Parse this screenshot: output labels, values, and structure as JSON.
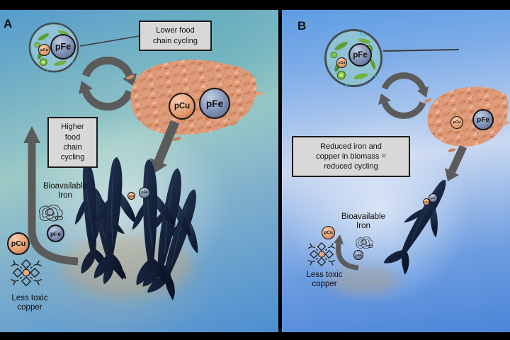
{
  "colors": {
    "background": "#000000",
    "arrow_gray": "#5b5b5b",
    "pointer_line": "#3c3c3c",
    "box_bg": "#d8d8d8",
    "box_border": "#1a1a1a",
    "pfe_fill": "#8393b6",
    "pcu_fill": "#e9a276",
    "whale_navy": "#13203a",
    "krill_salmon": "#dc9a78",
    "plankton_green": "#6fae3a",
    "panel_a_sea_top": "#549bce",
    "panel_a_sea_mid": "#9ccac6",
    "panel_a_sea_bottom": "#4d8ed1",
    "panel_b_sea_top": "#5c9ce2",
    "panel_b_sea_mid": "#c9d8f0",
    "panel_b_sea_bottom": "#4c86d8"
  },
  "labels": {
    "pfe": "pFe",
    "pcu": "pCu"
  },
  "panel_a": {
    "letter": "A",
    "lower_box": "Lower food\nchain cycling",
    "higher_box": "Higher\nfood\nchain\ncycling",
    "bioavailable_iron": "Bioavailable\nIron",
    "less_toxic_copper": "Less toxic\ncopper"
  },
  "panel_b": {
    "letter": "B",
    "reduced_box": "Reduced iron and\ncopper in biomass =\nreduced cycling",
    "bioavailable_iron": "Bioavailable\nIron",
    "less_toxic_copper": "Less toxic\ncopper"
  }
}
